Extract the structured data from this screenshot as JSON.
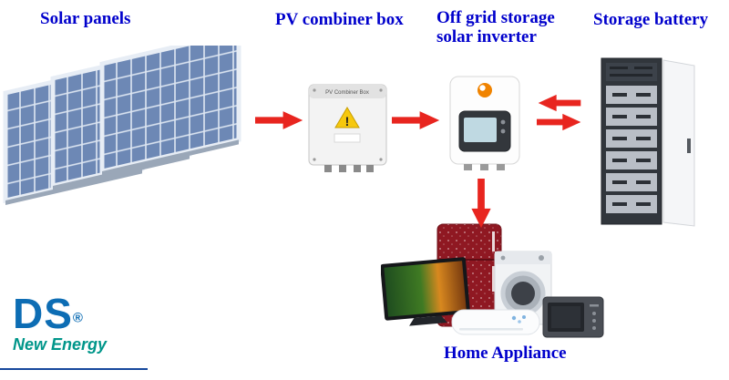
{
  "labels": {
    "solar_panels": "Solar panels",
    "pv_combiner_box": "PV combiner box",
    "inverter_line1": "Off grid storage",
    "inverter_line2": "solar inverter",
    "storage_battery": "Storage battery",
    "home_appliance": "Home Appliance"
  },
  "device_texts": {
    "combiner_panel": "PV Combiner Box",
    "warning_glyph": "!"
  },
  "logo": {
    "name": "DS",
    "mark": "®",
    "tagline": "New Energy"
  },
  "colors": {
    "label_blue": "#0000cc",
    "arrow_red": "#e8251f",
    "logo_blue": "#0d6db4",
    "logo_teal": "#00968a",
    "panel_cell_blue": "#6d88b5",
    "fridge_red": "#8f1822"
  }
}
